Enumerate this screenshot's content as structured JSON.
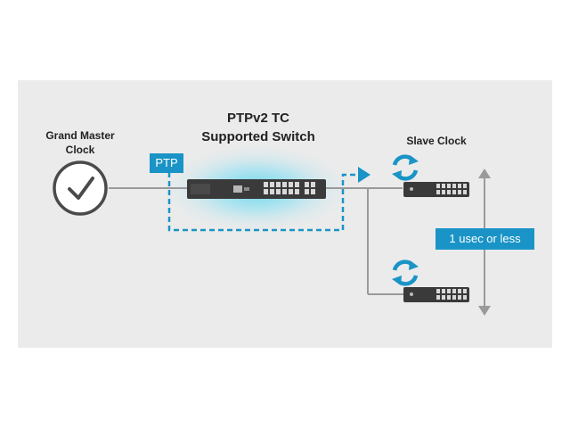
{
  "grand_master": {
    "line1": "Grand Master",
    "line2": "Clock"
  },
  "switch_title": {
    "line1": "PTPv2 TC",
    "line2": "Supported Switch"
  },
  "ptp_tag": "PTP",
  "slave_clock_label": "Slave Clock",
  "latency_tag": "1 usec or less",
  "colors": {
    "accent": "#1a94c6",
    "line": "#9a9a9a",
    "panel": "#ebebeb",
    "device": "#3a3a3a",
    "glow": "#5ed3ec"
  },
  "icons": [
    "clock-icon",
    "switch-icon",
    "sync-icon",
    "arrow-icon"
  ]
}
